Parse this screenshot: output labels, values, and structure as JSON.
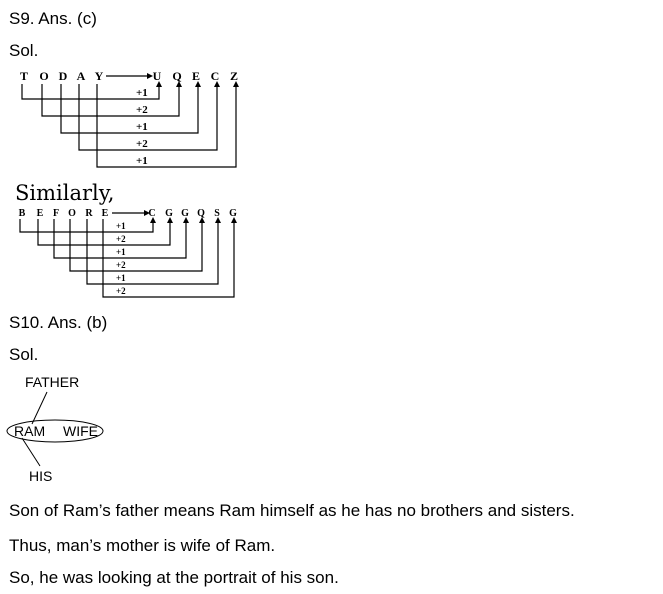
{
  "s9": {
    "heading": "S9. Ans. (c)",
    "sol": "Sol.",
    "source": [
      "T",
      "O",
      "D",
      "A",
      "Y"
    ],
    "target": [
      "U",
      "Q",
      "E",
      "C",
      "Z"
    ],
    "increments": [
      "+1",
      "+2",
      "+1",
      "+2",
      "+1"
    ],
    "similarly": "Similarly,",
    "source2": [
      "B",
      "E",
      "F",
      "O",
      "R",
      "E"
    ],
    "target2": [
      "C",
      "G",
      "G",
      "Q",
      "S",
      "G"
    ],
    "increments2": [
      "+1",
      "+2",
      "+1",
      "+2",
      "+1",
      "+2"
    ]
  },
  "s10": {
    "heading": "S10. Ans. (b)",
    "sol": "Sol.",
    "diagram": {
      "father": "FATHER",
      "ram": "RAM",
      "wife": "WIFE",
      "his": "HIS"
    },
    "lines": [
      "Son of Ram’s father means Ram himself as he has no brothers and sisters.",
      "Thus, man’s mother is wife of Ram.",
      "So, he was looking at the portrait of his son."
    ]
  }
}
